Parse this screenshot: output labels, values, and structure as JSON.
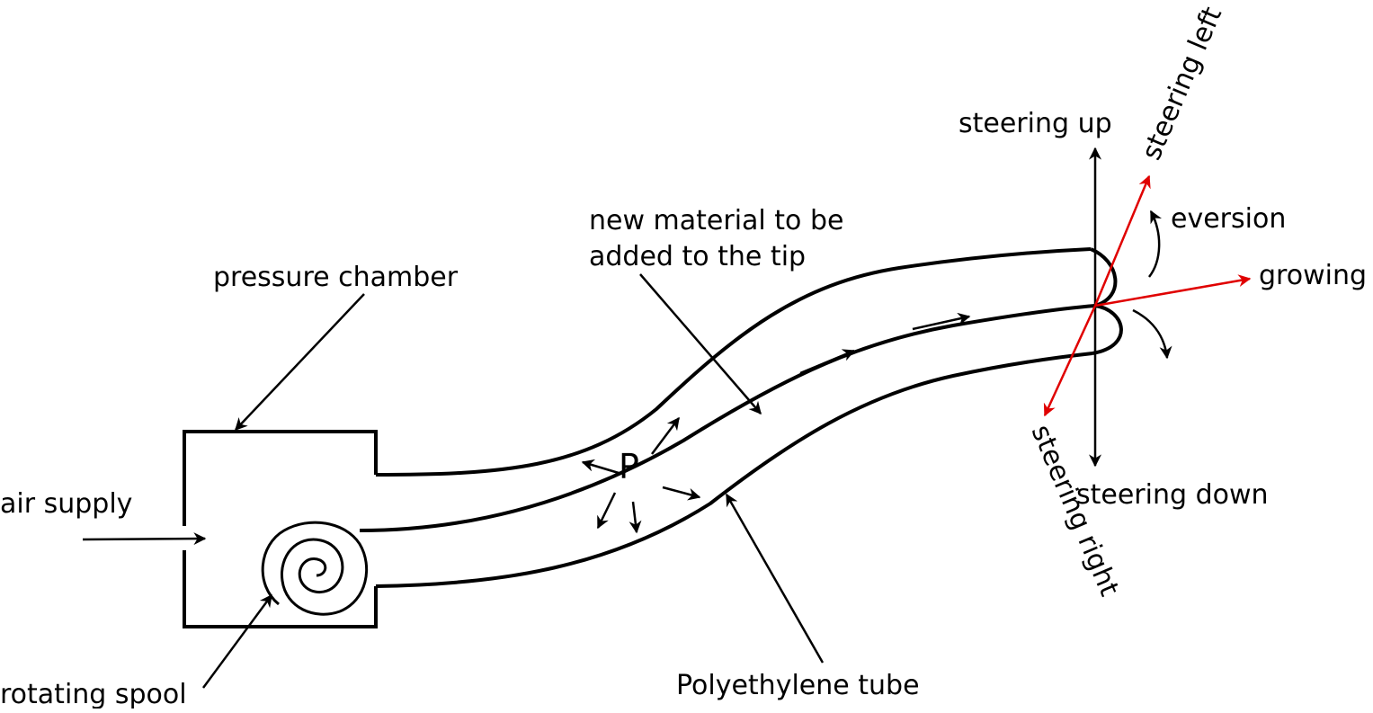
{
  "labels": {
    "pressure_chamber": "pressure chamber",
    "air_supply": "air supply",
    "rotating_spool": "rotating spool",
    "new_material_line1": "new material to be",
    "new_material_line2": "added to the tip",
    "polyethylene_tube": "Polyethylene tube",
    "pressure": "P",
    "steering_up": "steering up",
    "steering_down": "steering down",
    "steering_left": "steering left",
    "steering_right": "steering right",
    "eversion": "eversion",
    "growing": "growing"
  },
  "colors": {
    "outline": "#000000",
    "direction_arrows": "#e00000"
  }
}
